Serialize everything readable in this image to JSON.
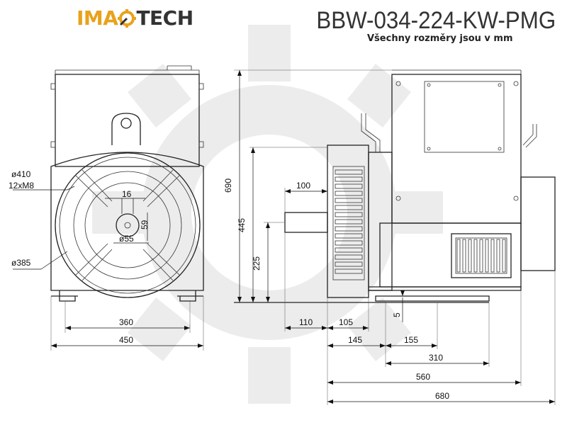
{
  "header": {
    "logo_part1": "IMA",
    "logo_part2": "TECH",
    "model": "BBW-034-224-KW-PMG",
    "units_note": "Všechny rozměry jsou v mm"
  },
  "front_view": {
    "dim_d410": "ø410",
    "dim_bolts": "12xM8",
    "dim_d385": "ø385",
    "dim_key": "16",
    "dim_key_depth": "59",
    "dim_shaft": "ø55",
    "dim_feet": "360",
    "dim_width": "450"
  },
  "side_view": {
    "dim_height_total": "690",
    "dim_height_445": "445",
    "dim_height_225": "225",
    "dim_shaft_len": "100",
    "dim_110": "110",
    "dim_105": "105",
    "dim_145": "145",
    "dim_155": "155",
    "dim_5": "5",
    "dim_310": "310",
    "dim_560": "560",
    "dim_680": "680"
  },
  "colors": {
    "logo_orange": "#e8a21c",
    "logo_dark": "#333333",
    "watermark": "#e9e9e9"
  }
}
